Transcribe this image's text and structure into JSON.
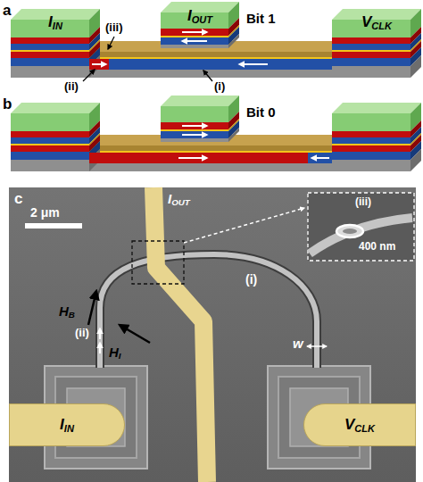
{
  "diagram": {
    "nodes": [
      {
        "text": [
          "IIN"
        ]
      },
      {
        "text": [
          "IOUT"
        ]
      },
      {
        "text": [
          "VCLK"
        ]
      },
      {
        "text": [
          "IIN"
        ]
      },
      {
        "text": [
          "VCLK"
        ]
      }
    ],
    "labels": [
      "a",
      "Bit 1",
      "(iii)",
      "(ii)",
      "(i)",
      "b",
      "Bit 0",
      "c",
      "2 μm",
      "IOUT",
      "(iii)",
      "400 nm",
      "HB",
      "HI",
      "(ii)",
      "(i)",
      "w"
    ]
  }
}
